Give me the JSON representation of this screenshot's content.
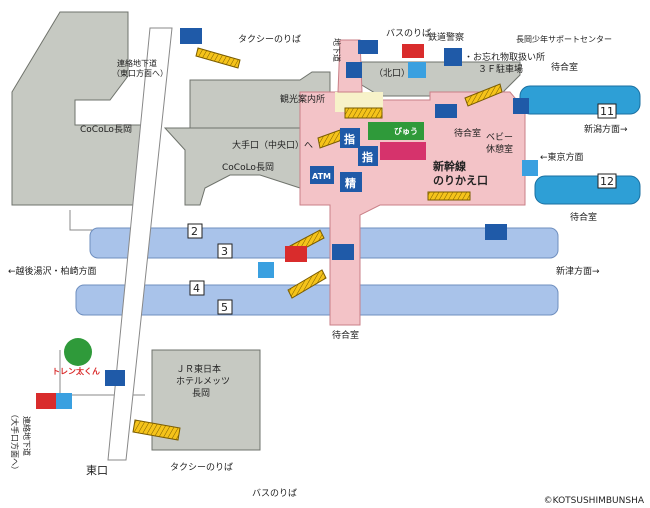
{
  "labels": {
    "cocolo_nagaoka_left": "CoCoLo長岡",
    "cocolo_nagaoka_center": "CoCoLo長岡",
    "jr_hotel_line1": "ＪＲ東日本",
    "jr_hotel_line2": "ホテルメッツ",
    "jr_hotel_line3": "長岡",
    "taxi_north": "タクシーのりば",
    "taxi_east": "タクシーのりば",
    "bus_north": "バスのりば",
    "bus_east": "バスのりば",
    "east_exit": "東口",
    "north_exit": "（北口）",
    "ote_exit": "大手口（中央口）へ",
    "tourist_info": "観光案内所",
    "underground_passage_top_l1": "連絡地下道",
    "underground_passage_top_l2": "（東口方面へ）",
    "underground_passage_bottom_l1": "連絡地下道",
    "underground_passage_bottom_l2": "（大手口方面へ）",
    "chikado": "地下道",
    "railway_police": "鉄道警察",
    "lost_found": "・お忘れ物取扱い所",
    "parking_3f": "３Ｆ駐車場",
    "youth_center": "長岡少年サポートセンター",
    "waiting_room_1": "待合室",
    "waiting_room_2": "待合室",
    "waiting_room_3": "待合室",
    "waiting_room_4": "待合室",
    "baby_room_l1": "ベビー",
    "baby_room_l2": "休憩室",
    "niigata_dir": "新潟方面→",
    "tokyo_dir": "←東京方面",
    "niitsu_dir": "新津方面→",
    "echigo_dir": "←越後湯沢・柏崎方面",
    "shinkansen_l1": "新幹線",
    "shinkansen_l2": "のりかえ口",
    "atm": "ATM",
    "sei": "精",
    "shi1": "指",
    "shi2": "指",
    "viewplaza": "びゅう",
    "mascot": "トレン太くん",
    "copyright": "©KOTSUSHIMBUNSHA"
  },
  "platforms": {
    "p2": "2",
    "p3": "3",
    "p4": "4",
    "p5": "5",
    "p11": "11",
    "p12": "12"
  },
  "colors": {
    "building": "#c6c9c2",
    "building_edge": "#6f736c",
    "concourse": "#f3c3c7",
    "concourse_yellow": "#f7f2c9",
    "platform_blue": "#a9c3ea",
    "shinkansen_blue": "#2e9fd6",
    "escalator": "#f5c31a",
    "wc_blue": "#1f5aa8",
    "accent_green": "#2f9a3a"
  }
}
